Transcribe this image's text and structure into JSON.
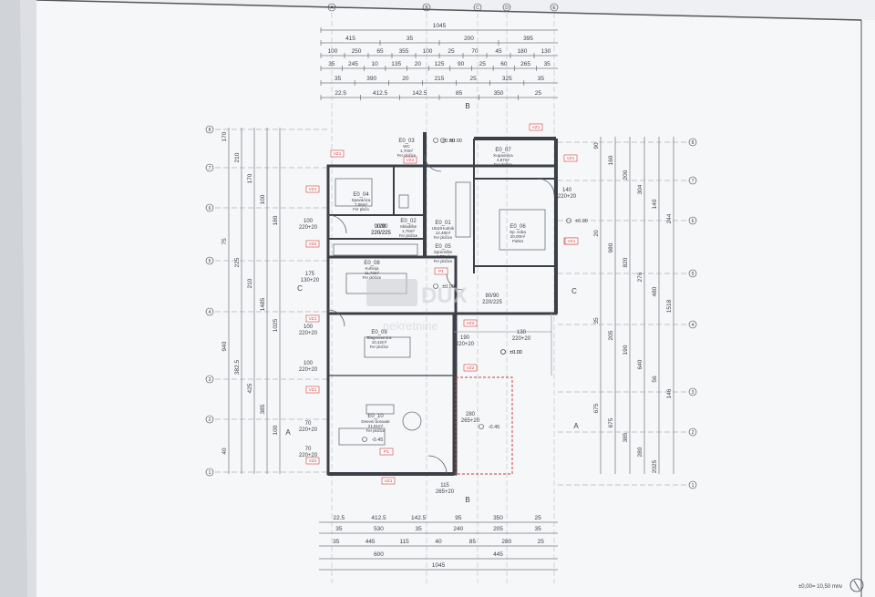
{
  "colors": {
    "paper": "#f6f7f9",
    "paper_shade": "#dfe3e8",
    "background": "#8d9095",
    "ink": "#3c3f46",
    "tag_red": "#cf3b3b",
    "watermark": "#c9ccd2"
  },
  "top_dims": {
    "row1": [
      "1045"
    ],
    "row2": [
      "415",
      "35",
      "200",
      "395"
    ],
    "row3": [
      "100",
      "250",
      "65",
      "355",
      "100",
      "25",
      "70",
      "45",
      "180",
      "130"
    ],
    "row4": [
      "35",
      "245",
      "10",
      "135",
      "20",
      "125",
      "90",
      "25",
      "60",
      "265",
      "35"
    ],
    "row5": [
      "35",
      "390",
      "20",
      "215",
      "25",
      "325",
      "35"
    ],
    "row6": [
      "22.5",
      "412.5",
      "142.5",
      "85",
      "350",
      "25"
    ]
  },
  "bottom_dims": {
    "row1": [
      "22.5",
      "412.5",
      "142.5",
      "95",
      "350",
      "25"
    ],
    "row2": [
      "35",
      "530",
      "35",
      "240",
      "205",
      "35"
    ],
    "row3": [
      "35",
      "445",
      "115",
      "40",
      "85",
      "280",
      "25"
    ],
    "row4": [
      "600",
      "445"
    ],
    "row5": [
      "1045"
    ]
  },
  "left_dims": [
    "170",
    "210",
    "170",
    "100",
    "180",
    "75",
    "225",
    "210",
    "1485",
    "1025",
    "940",
    "382.5",
    "425",
    "385",
    "100",
    "40"
  ],
  "right_dims": [
    "90",
    "160",
    "200",
    "304",
    "140",
    "244",
    "20",
    "980",
    "820",
    "276",
    "480",
    "1518",
    "35",
    "205",
    "190",
    "640",
    "56",
    "146",
    "675",
    "675",
    "385",
    "280",
    "2025"
  ],
  "axes_left": [
    "8",
    "7",
    "6",
    "5",
    "4",
    "3",
    "2",
    "1"
  ],
  "axes_right": [
    "8",
    "7",
    "6",
    "5",
    "4",
    "3",
    "2",
    "1"
  ],
  "axes_top": [
    "A",
    "B",
    "C",
    "D",
    "E"
  ],
  "section_marks": [
    "B",
    "B",
    "C",
    "C",
    "A",
    "A"
  ],
  "rooms": [
    {
      "code": "E0_04",
      "name": "Spavaćica",
      "area": "7,06m²",
      "floor": "Fer ploča"
    },
    {
      "code": "E0_03",
      "name": "WC",
      "area": "1,70m²",
      "floor": "Fer pločice"
    },
    {
      "code": "E0_02",
      "name": "Skladište",
      "area": "1,76m²",
      "floor": "Fer pločice"
    },
    {
      "code": "E0_01",
      "name": "Ulaz/Hodnik",
      "area": "12,48m²",
      "floor": "Fer pločice"
    },
    {
      "code": "E0_07",
      "name": "Kupaonica",
      "area": "4,87m²",
      "floor": "Fer pločice"
    },
    {
      "code": "E0_06",
      "name": "Sp. soba",
      "area": "20,00m²",
      "floor": "Parket"
    },
    {
      "code": "E0_05",
      "name": "Spremište",
      "area": "1,53m²",
      "floor": "Fer pločice"
    },
    {
      "code": "E0_08",
      "name": "Kuhinja",
      "area": "11,72m²",
      "floor": "Fer pločice"
    },
    {
      "code": "E0_09",
      "name": "Blagovaonica",
      "area": "10,42m²",
      "floor": "Fer pločice"
    },
    {
      "code": "E0_10",
      "name": "Dnevni boravak",
      "area": "21,81m²",
      "floor": "Fer pločice"
    }
  ],
  "opening_labels": [
    "100\n220+20",
    "100\n220/225",
    "175\n130+20",
    "100\n220+20",
    "100\n220+20",
    "70\n220+20",
    "70\n220+20",
    "140\n220+20",
    "90/90\n220/225",
    "80/90\n220/225",
    "190\n220+20",
    "280\n265+20",
    "130\n220+20",
    "115\n265+20"
  ],
  "levels": [
    "±0.00",
    "±0.00",
    "±0.00",
    "±0.00",
    "±0.00",
    "-0.45",
    "-0.45",
    "±0.00"
  ],
  "tags": [
    "VZ1",
    "VZ2",
    "VZ1",
    "VZ2",
    "VZ1",
    "VZ2",
    "VZ1",
    "VZ1",
    "VZ2",
    "VZ1",
    "VZ2",
    "VZ2",
    "VZ1",
    "P1",
    "P1",
    "VZ1"
  ],
  "watermark": "DUX",
  "watermark_sub": "nekretnine",
  "scale_note": "±0,00= 10,50 mnv"
}
